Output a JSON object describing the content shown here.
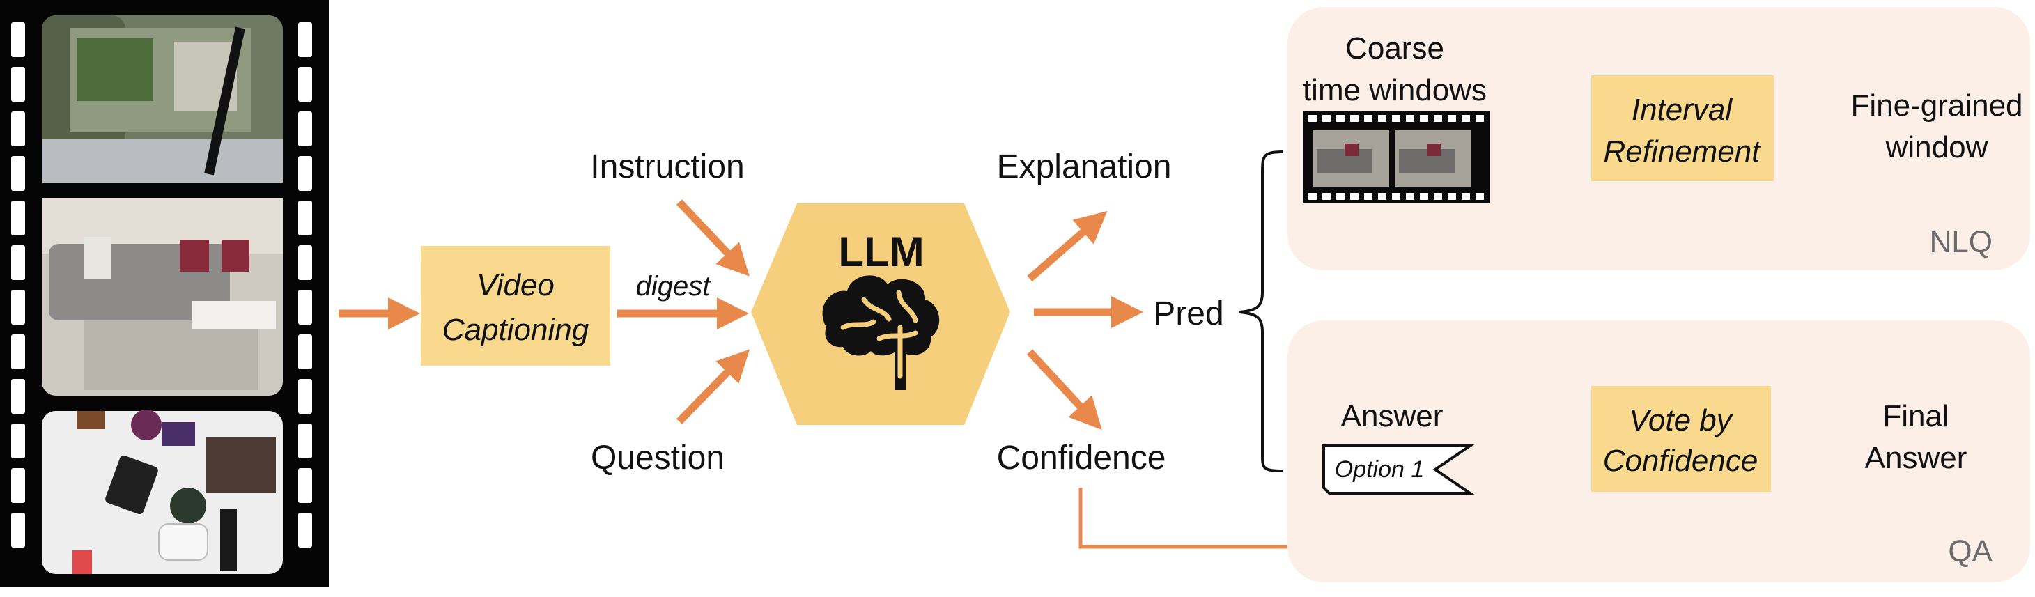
{
  "inputs": {
    "instruction": "Instruction",
    "question": "Question",
    "digest": "digest"
  },
  "video_captioning": {
    "line1": "Video",
    "line2": "Captioning"
  },
  "llm": {
    "label": "LLM"
  },
  "outputs": {
    "explanation": "Explanation",
    "pred": "Pred",
    "confidence": "Confidence"
  },
  "nlq": {
    "panel_label": "NLQ",
    "coarse_line1": "Coarse",
    "coarse_line2": "time windows",
    "refine_line1": "Interval",
    "refine_line2": "Refinement",
    "result_line1": "Fine-grained",
    "result_line2": "window"
  },
  "qa": {
    "panel_label": "QA",
    "answer": "Answer",
    "option": "Option 1",
    "vote_line1": "Vote by",
    "vote_line2": "Confidence",
    "result_line1": "Final",
    "result_line2": "Answer"
  },
  "colors": {
    "arrow": "#e8884a",
    "box": "#f8d98d",
    "hexagon": "#f6cf7c",
    "panel": "#fcefe7",
    "brain": "#111111",
    "brain_detail": "#f6cf7c"
  }
}
